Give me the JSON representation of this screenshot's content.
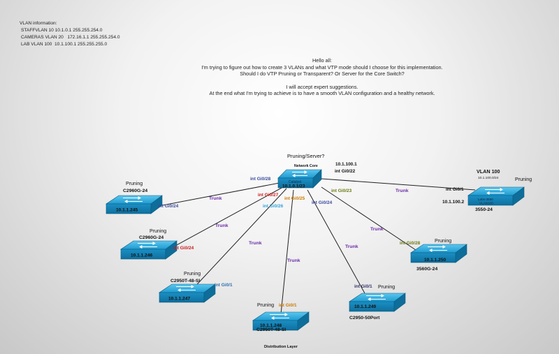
{
  "vlan_info": {
    "title": "VLAN information:",
    "lines": [
      "STAFFVLAN 10 10.1.0.1 255.255.254.0",
      "CAMERAS VLAN 20   172.16.1.1 255.255.254.0",
      "LAB VLAN 100  10.1.100.1 255.255.255.0"
    ]
  },
  "question": {
    "lines": [
      "Hello all:",
      "I'm trying to figure out how to create 3 VLANs and what VTP mode should I choose for this implementation.",
      "Should I do VTP Pruning or Transparent? Or Server for the Core Switch?",
      "",
      "I will accept expert suggestions.",
      "At the end what I'm trying to achieve is to have a smooth VLAN configuration and a healthy network."
    ]
  },
  "core": {
    "mode": "Pruning/Server?",
    "name": "Network Core",
    "model": "Catalyst",
    "ip": "10.1.0.1/23",
    "right_ip": "10.1.100.1",
    "right_port": "int Gi0/22"
  },
  "switches": [
    {
      "id": "sw245",
      "ip": "10.1.1.245",
      "model": "C2960G-24",
      "mode": "Pruning",
      "port": "int Gi0/24",
      "port_color": "#3a4a9a",
      "core_port": "int Gi0/28",
      "core_port_color": "#3a4a9a",
      "trunk": "Trunk"
    },
    {
      "id": "sw246",
      "ip": "10.1.1.246",
      "model": "C2960G-24",
      "mode": "Pruning",
      "port": "int Gi0/24",
      "port_color": "#cc1a1a",
      "core_port": "int Gi0/27",
      "core_port_color": "#cc1a1a",
      "trunk": "Trunk"
    },
    {
      "id": "sw247",
      "ip": "10.1.1.247",
      "model": "C2950T-48-SI",
      "mode": "Pruning",
      "port": "int Gi0/1",
      "port_color": "#2a6fb0",
      "core_port": "int Gi0/26",
      "core_port_color": "#2fa3d6",
      "trunk": "Trunk"
    },
    {
      "id": "sw248",
      "ip": "10.1.1.248",
      "model": "C2950T-48-SI",
      "mode": "Pruning",
      "port": "int Gi0/1",
      "port_color": "#cc7a00",
      "core_port": "int Gi0/25",
      "core_port_color": "#cc7a00",
      "trunk": "Trunk"
    },
    {
      "id": "sw249",
      "ip": "10.1.1.249",
      "model": "C2950-50Port",
      "mode": "Pruning",
      "port": "int Gi0/1",
      "port_color": "#333366",
      "core_port": "int Gi0/24",
      "core_port_color": "#3a4a9a",
      "trunk": "Trunk"
    },
    {
      "id": "sw250",
      "ip": "10.1.1.250",
      "model": "3560G-24",
      "mode": "Pruning",
      "port": "int Gi0/28",
      "port_color": "#6a7a10",
      "core_port": "int Gi0/23",
      "core_port_color": "#6a7a10",
      "trunk": "Trunk"
    },
    {
      "id": "sw3550",
      "ip": "10.1.100.2",
      "model": "3550-24",
      "mode": "Pruning",
      "port": "int Gi0/1",
      "port_color": "#111111",
      "trunk": "Trunk",
      "vlan_title": "VLAN 100",
      "vlan_subnet": "10.1.100.0/24",
      "face_line1": "Labs-3550",
      "face_line2": "VLAN100"
    }
  ],
  "distribution_label": "Distribution Layer",
  "colors": {
    "switch_top": "#2fa8d8",
    "switch_front": "#1d8cc0",
    "trunk_label": "#6a2aa6",
    "link": "#222222"
  }
}
